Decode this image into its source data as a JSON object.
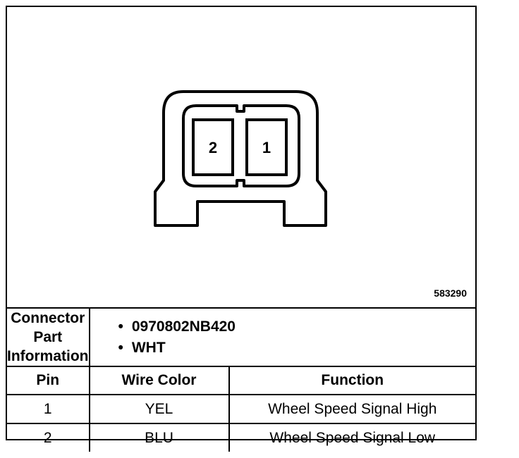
{
  "diagram": {
    "pins": [
      "2",
      "1"
    ],
    "reference_number": "583290"
  },
  "connector_info": {
    "label_line1": "Connector Part",
    "label_line2": "Information",
    "values": [
      "0970802NB420",
      "WHT"
    ]
  },
  "table": {
    "headers": [
      "Pin",
      "Wire Color",
      "Function"
    ],
    "rows": [
      [
        "1",
        "YEL",
        "Wheel Speed Signal High"
      ],
      [
        "2",
        "BLU",
        "Wheel Speed Signal Low"
      ]
    ]
  }
}
